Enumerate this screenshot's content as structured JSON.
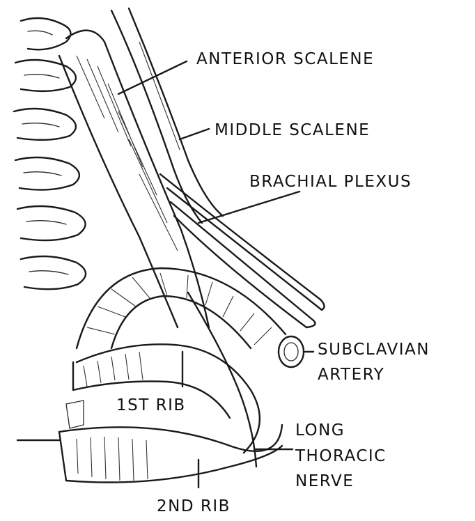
{
  "labels": {
    "anterior_scalene": "ANTERIOR SCALENE",
    "middle_scalene": "MIDDLE SCALENE",
    "brachial_plexus": "BRACHIAL PLEXUS",
    "subclavian_artery_1": "SUBCLAVIAN",
    "subclavian_artery_2": "ARTERY",
    "first_rib": "1ST RIB",
    "long_thoracic_nerve_1": "LONG",
    "long_thoracic_nerve_2": "THORACIC",
    "long_thoracic_nerve_3": "NERVE",
    "second_rib": "2ND RIB"
  }
}
